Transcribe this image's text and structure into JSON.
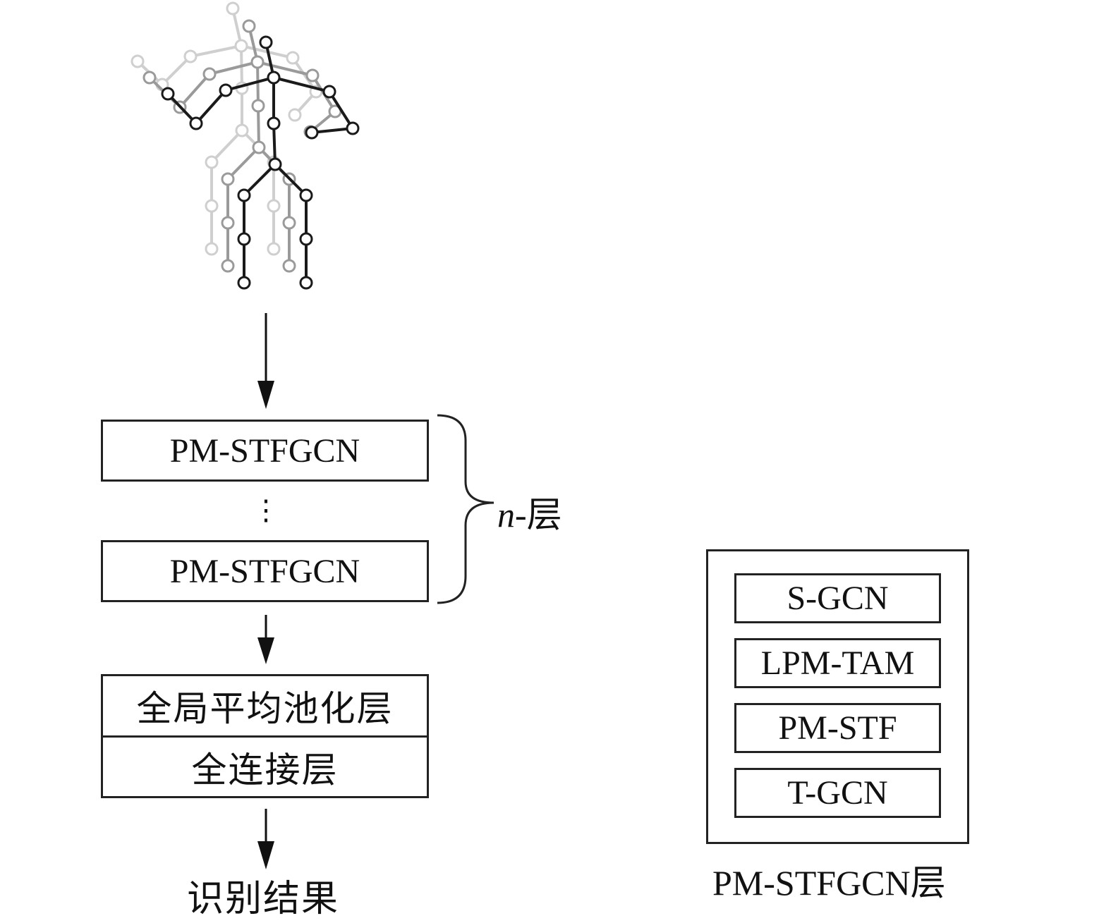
{
  "skeleton": {
    "icon": "human-skeleton-motion-icon",
    "colors": [
      "#cfcfcf",
      "#9a9a9a",
      "#1a1a1a"
    ]
  },
  "stack": {
    "layer_top": "PM-STFGCN",
    "ellipsis": "⋮",
    "layer_bottom": "PM-STFGCN",
    "brace_var": "n",
    "brace_suffix": "-层",
    "gap_label": "全局平均池化层",
    "fc_label": "全连接层",
    "result_label": "识别结果"
  },
  "detail": {
    "items": [
      "S-GCN",
      "LPM-TAM",
      "PM-STF",
      "T-GCN"
    ],
    "caption": "PM-STFGCN层"
  }
}
